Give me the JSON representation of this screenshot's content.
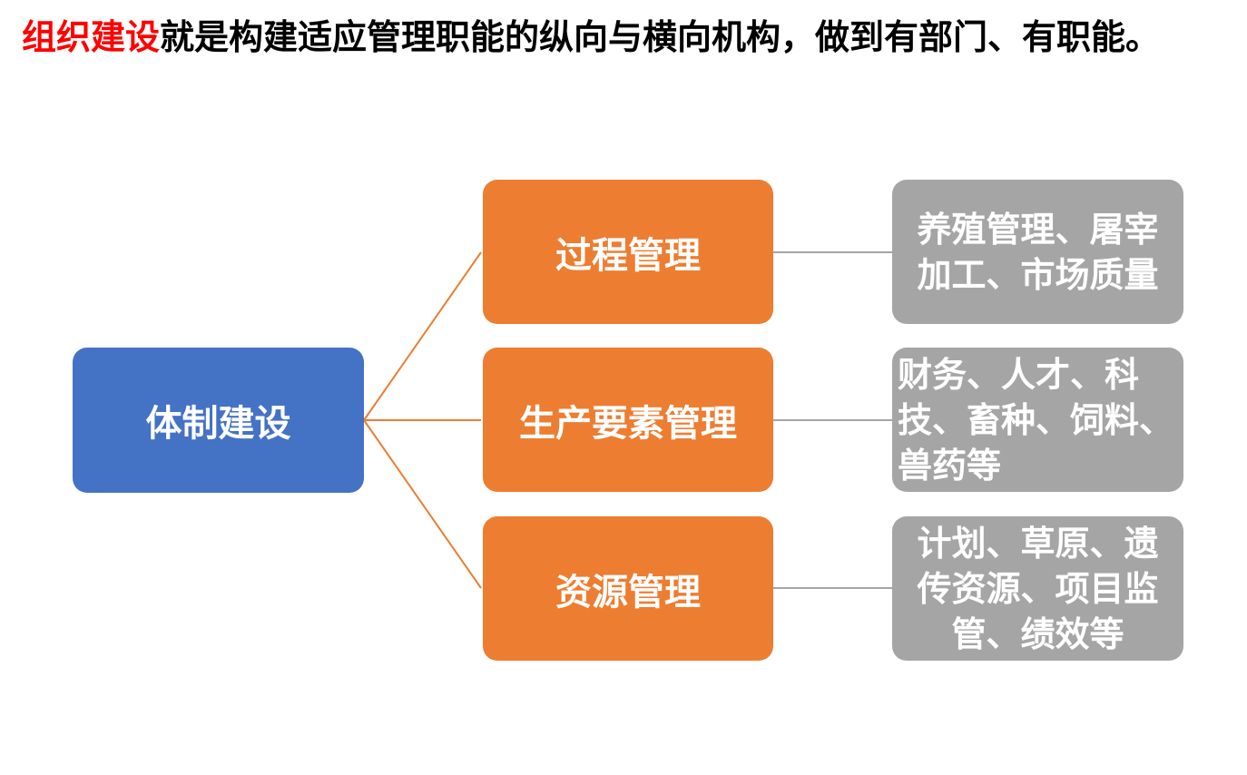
{
  "header": {
    "highlight": "组织建设",
    "rest": "就是构建适应管理职能的纵向与横向机构，做到有部门、有职能。"
  },
  "diagram": {
    "root": "体制建设",
    "branches": [
      {
        "label": "过程管理",
        "detail": "养殖管理、屠宰加工、市场质量"
      },
      {
        "label": "生产要素管理",
        "detail": "财务、人才、科技、畜种、饲料、兽药等"
      },
      {
        "label": "资源管理",
        "detail": "计划、草原、遗传资源、项目监管、绩效等"
      }
    ]
  },
  "colors": {
    "root": "#4472c4",
    "branch": "#ed7d31",
    "leaf": "#a5a5a5",
    "branch_connector": "#ed7d31",
    "leaf_connector": "#a5a5a5",
    "highlight": "#ff0000"
  }
}
